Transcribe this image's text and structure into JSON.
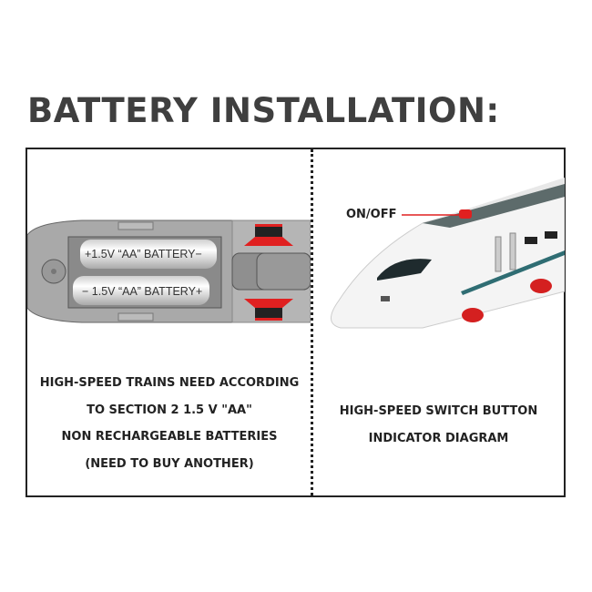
{
  "title": "BATTERY INSTALLATION:",
  "left_panel": {
    "battery_top_label": "+1.5V “AA” BATTERY−",
    "battery_bottom_label": "− 1.5V “AA” BATTERY+",
    "caption": [
      "HIGH-SPEED TRAINS NEED ACCORDING",
      "TO SECTION 2 1.5 V \"AA\"",
      "NON RECHARGEABLE BATTERIES",
      "(NEED TO BUY ANOTHER)"
    ]
  },
  "right_panel": {
    "switch_label": "ON/OFF",
    "caption": [
      "HIGH-SPEED SWITCH BUTTON",
      "INDICATOR DIAGRAM"
    ]
  },
  "colors": {
    "accent_red": "#e02020",
    "text": "#3f3f3f"
  }
}
